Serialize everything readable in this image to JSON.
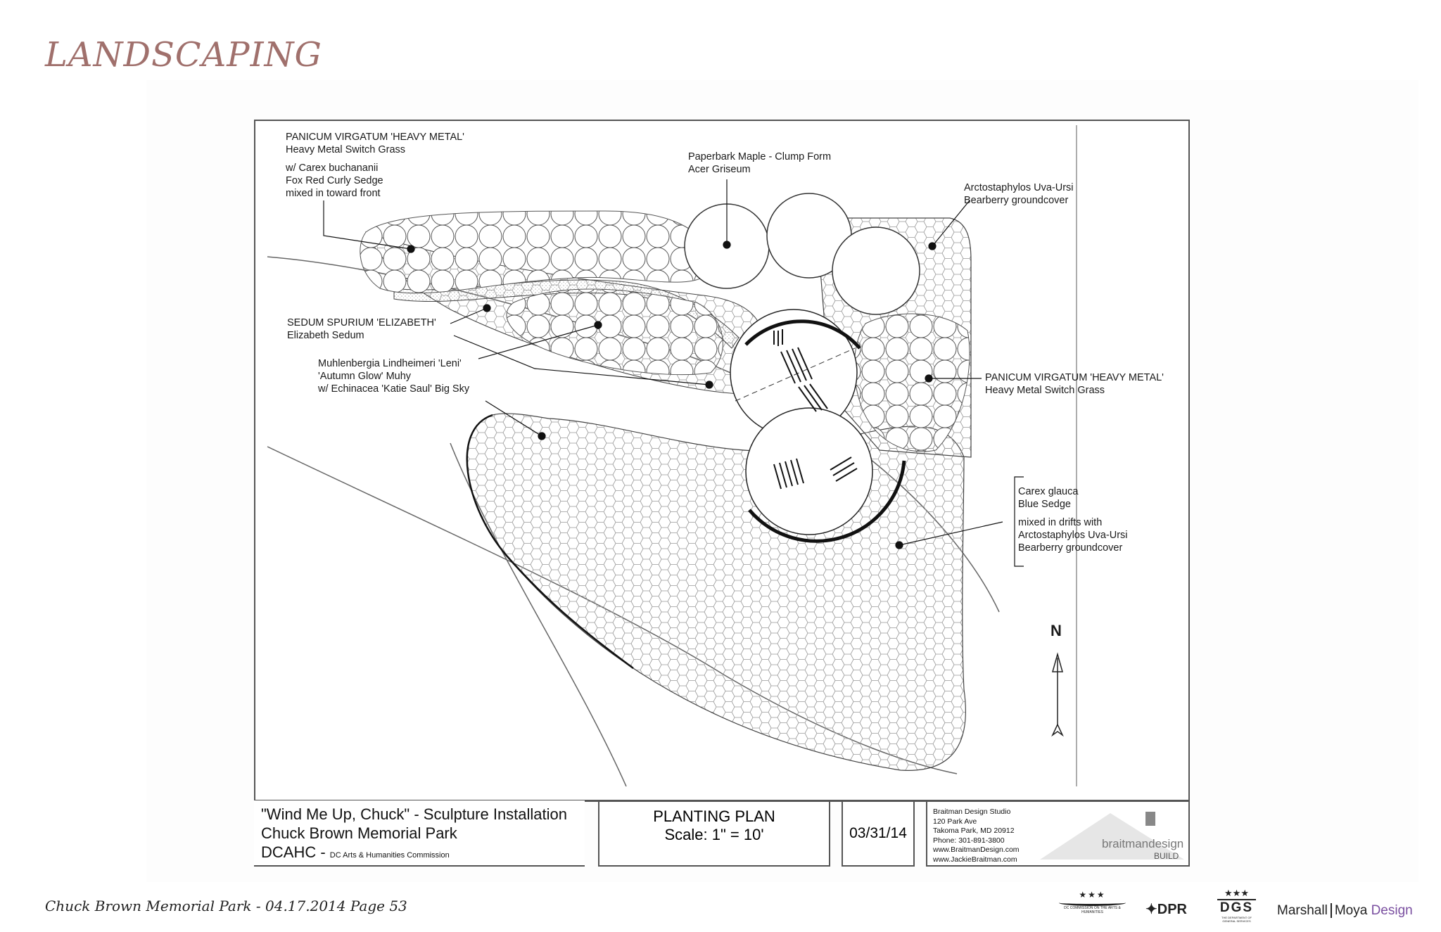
{
  "page": {
    "title": "LANDSCAPING",
    "footer": "Chuck Brown Memorial Park - 04.17.2014   Page 53"
  },
  "labels": {
    "panicum_top": [
      "PANICUM VIRGATUM 'HEAVY METAL'",
      "Heavy Metal Switch Grass"
    ],
    "carex_buch": [
      "w/ Carex buchananii",
      "Fox Red Curly Sedge",
      "mixed in toward front"
    ],
    "maple": [
      "Paperbark Maple - Clump Form",
      "Acer Griseum"
    ],
    "arcto": [
      "Arctostaphylos Uva-Ursi",
      "Bearberry groundcover"
    ],
    "sedum": [
      "SEDUM SPURIUM 'ELIZABETH'",
      "Elizabeth Sedum"
    ],
    "muhly": [
      "Muhlenbergia Lindheimeri 'Leni'",
      "'Autumn Glow' Muhy",
      "w/ Echinacea 'Katie Saul' Big Sky"
    ],
    "panicum_right": [
      "PANICUM VIRGATUM 'HEAVY METAL'",
      "Heavy Metal Switch Grass"
    ],
    "carex_glauca": [
      "Carex glauca",
      "Blue Sedge"
    ],
    "drifts": [
      "mixed in drifts with",
      "Arctostaphylos Uva-Ursi",
      "Bearberry groundcover"
    ],
    "north": "N"
  },
  "title_block": {
    "project": [
      "\"Wind Me Up, Chuck\" - Sculpture Installation",
      "Chuck Brown Memorial Park"
    ],
    "org": "DCAHC -",
    "org_sub": "DC Arts & Humanities Commission",
    "plan_title": "PLANTING PLAN",
    "scale": "Scale: 1\" = 10'",
    "date": "03/31/14",
    "studio": [
      "Braitman Design Studio",
      "120 Park Ave",
      "Takoma Park, MD  20912",
      "Phone: 301-891-3800",
      "www.BraitmanDesign.com",
      "www.JackieBraitman.com"
    ],
    "brand": "braitmandesign",
    "brand_sub": "BUILD"
  },
  "logos": {
    "dcahc": "DC COMMISSION ON THE ARTS & HUMANITIES",
    "dpr": "DPR",
    "dgs": "DGS",
    "dgs_sub": "THE DEPARTMENT OF GENERAL SERVICES",
    "marshall": "Marshall",
    "moya": "Moya",
    "design": "Design"
  }
}
